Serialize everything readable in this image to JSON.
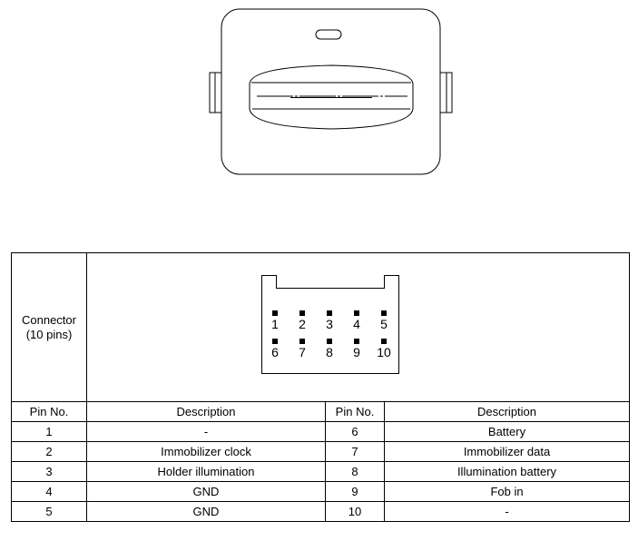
{
  "connector": {
    "label_line1": "Connector",
    "label_line2": "(10 pins)",
    "pin_numbers_top": [
      "1",
      "2",
      "3",
      "4",
      "5"
    ],
    "pin_numbers_bottom": [
      "6",
      "7",
      "8",
      "9",
      "10"
    ]
  },
  "table": {
    "headers": [
      "Pin No.",
      "Description",
      "Pin No.",
      "Description"
    ],
    "rows": [
      [
        "1",
        "-",
        "6",
        "Battery"
      ],
      [
        "2",
        "Immobilizer clock",
        "7",
        "Immobilizer data"
      ],
      [
        "3",
        "Holder illumination",
        "8",
        "Illumination battery"
      ],
      [
        "4",
        "GND",
        "9",
        "Fob in"
      ],
      [
        "5",
        "GND",
        "10",
        "-"
      ]
    ]
  }
}
